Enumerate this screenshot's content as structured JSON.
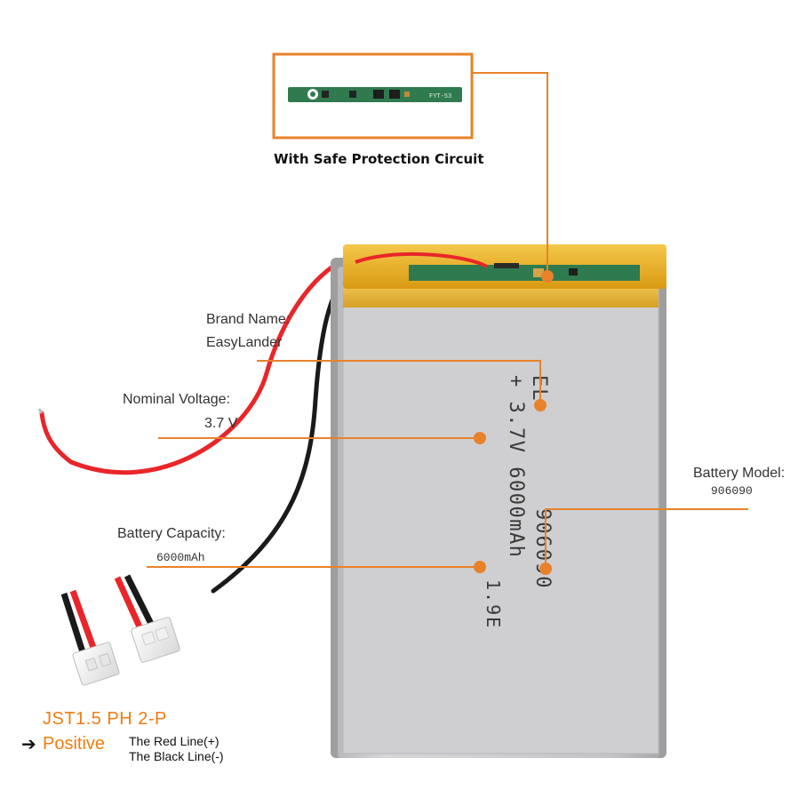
{
  "pcb": {
    "caption": "With Safe Protection Circuit",
    "board_text": "FYT-53"
  },
  "callouts": {
    "brand_name_label": "Brand Name:",
    "brand_name_value": "EasyLander",
    "voltage_label": "Nominal Voltage:",
    "voltage_value": "3.7 V",
    "capacity_label": "Battery  Capacity:",
    "capacity_value": "6000mAh",
    "model_label": "Battery Model:",
    "model_value": "906090"
  },
  "cell_print": {
    "line1": "EL",
    "line2": "+ 3.7V 6000mAh",
    "line3": "906090",
    "line4": "1.9E"
  },
  "connector": {
    "type": "JST1.5   PH 2-P",
    "positive": "Positive",
    "red_line": "The Red Line(+)",
    "black_line": "The Black Line(-)"
  },
  "colors": {
    "accent": "#e8822a",
    "label_orange": "#f07d12",
    "tape": "#e8b11c",
    "cell_silver": "#c9c9cb",
    "wire_red": "#e8262a",
    "wire_black": "#1a1a1a"
  }
}
